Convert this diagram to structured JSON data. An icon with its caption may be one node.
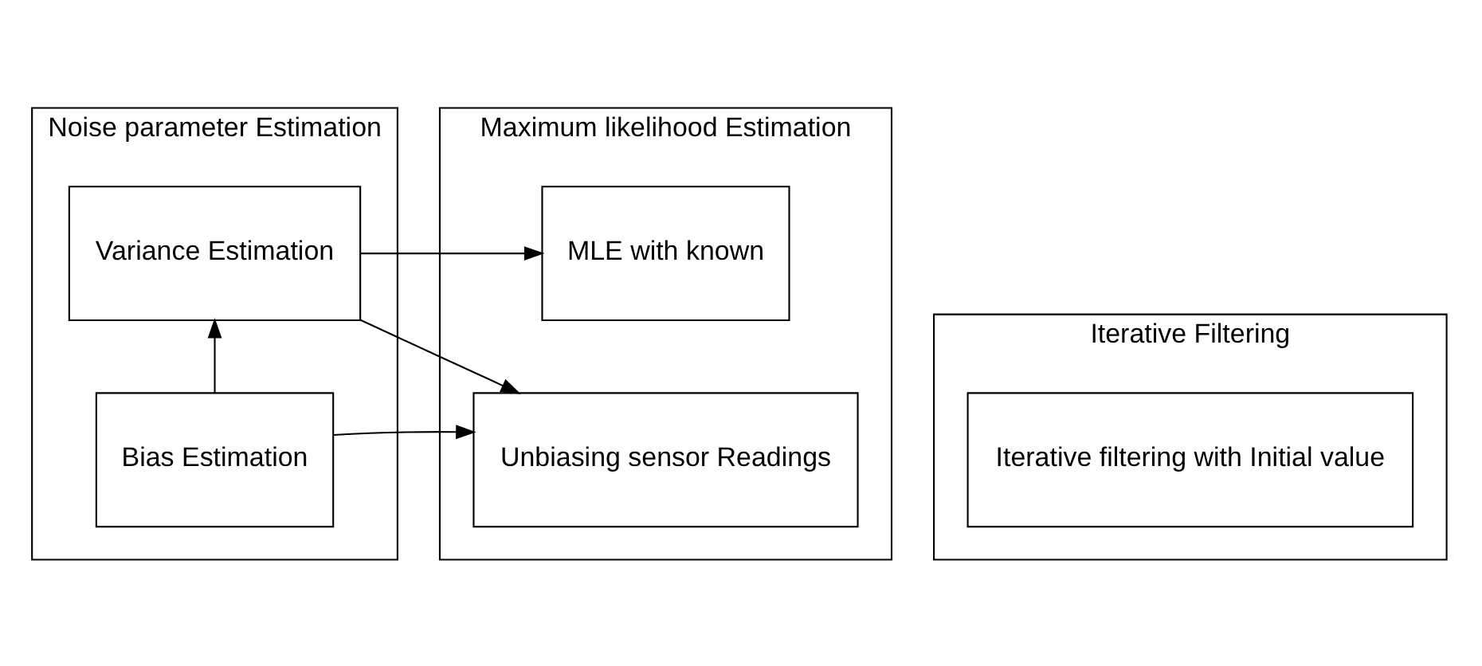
{
  "diagram": {
    "nodes": [
      {
        "text": [
          "Noise parameter Estimation"
        ]
      },
      {
        "text": [
          "Bias Estimation"
        ],
        "in": 0
      },
      {
        "text": [
          "Variance Estimation"
        ],
        "in": 0
      },
      {
        "text": [
          "Maximum likelihood Estimation"
        ]
      },
      {
        "text": [
          "Unbiasing sensor Readings"
        ],
        "in": 3
      },
      {
        "text": [
          "MLE with known"
        ],
        "in": 3
      },
      {
        "text": [
          "Iterative Filtering"
        ]
      },
      {
        "text": [
          "Iterative filtering with Initial value"
        ],
        "in": 6
      }
    ],
    "edges": [
      {
        "from": 1,
        "to": 4,
        "arrow": "to"
      },
      {
        "from": 1,
        "to": 2,
        "arrow": "to"
      },
      {
        "from": 2,
        "to": 4,
        "arrow": "to"
      },
      {
        "from": 2,
        "to": 5,
        "arrow": "to"
      }
    ]
  }
}
